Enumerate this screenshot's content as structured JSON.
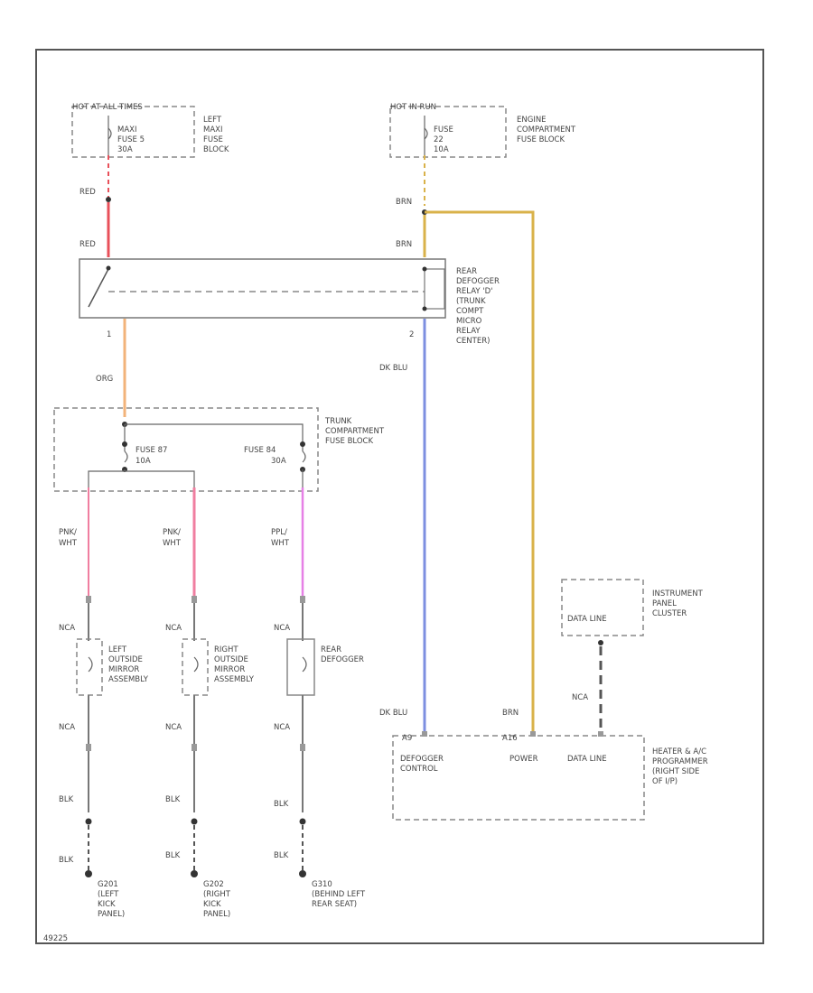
{
  "labels": {
    "hot_at_all_times": "HOT AT ALL TIMES",
    "maxi_fuse": [
      "MAXI",
      "FUSE 5",
      "30A"
    ],
    "left_maxi_fuse_block": [
      "LEFT",
      "MAXI",
      "FUSE",
      "BLOCK"
    ],
    "hot_in_run": "HOT IN RUN",
    "fuse_22": [
      "FUSE",
      "22",
      "10A"
    ],
    "engine_fuse_block": [
      "ENGINE",
      "COMPARTMENT",
      "FUSE BLOCK"
    ],
    "relay": [
      "REAR",
      "DEFOGGER",
      "RELAY 'D'",
      "(TRUNK",
      "COMPT",
      "MICRO",
      "RELAY",
      "CENTER)"
    ],
    "trunk_fuse_block": [
      "TRUNK",
      "COMPARTMENT",
      "FUSE BLOCK"
    ],
    "fuse_87": [
      "FUSE 87",
      "10A"
    ],
    "fuse_84": [
      "FUSE 84",
      "30A"
    ],
    "left_mirror": [
      "LEFT",
      "OUTSIDE",
      "MIRROR",
      "ASSEMBLY"
    ],
    "right_mirror": [
      "RIGHT",
      "OUTSIDE",
      "MIRROR",
      "ASSEMBLY"
    ],
    "rear_defogger": [
      "REAR",
      "DEFOGGER"
    ],
    "ipc": [
      "INSTRUMENT",
      "PANEL",
      "CLUSTER"
    ],
    "data_line": "DATA LINE",
    "hvac": [
      "HEATER & A/C",
      "PROGRAMMER",
      "(RIGHT SIDE",
      "OF I/P)"
    ],
    "defogger_control": [
      "DEFOGGER",
      "CONTROL"
    ],
    "power": "POWER",
    "g201": [
      "G201",
      "(LEFT",
      "KICK",
      "PANEL)"
    ],
    "g202": [
      "G202",
      "(RIGHT",
      "KICK",
      "PANEL)"
    ],
    "g310": [
      "G310",
      "(BEHIND LEFT",
      "REAR SEAT)"
    ],
    "footer_code": "49225"
  },
  "wires": {
    "red": "RED",
    "brn": "BRN",
    "org": "ORG",
    "dk_blu": "DK BLU",
    "pnk_wht": [
      "PNK/",
      "WHT"
    ],
    "ppl_wht": [
      "PPL/",
      "WHT"
    ],
    "nca": "NCA",
    "blk": "BLK"
  },
  "pins": {
    "relay_out_left": "1",
    "relay_out_right": "2",
    "hvac_defog": "A9",
    "hvac_power": "A16"
  },
  "colors": {
    "red": "#e8505a",
    "brn": "#d9b24a",
    "org": "#f2b37a",
    "dk_blu": "#7d8fe0",
    "pnk": "#f07ea0",
    "ppl": "#e680e6",
    "gray": "#777777"
  }
}
